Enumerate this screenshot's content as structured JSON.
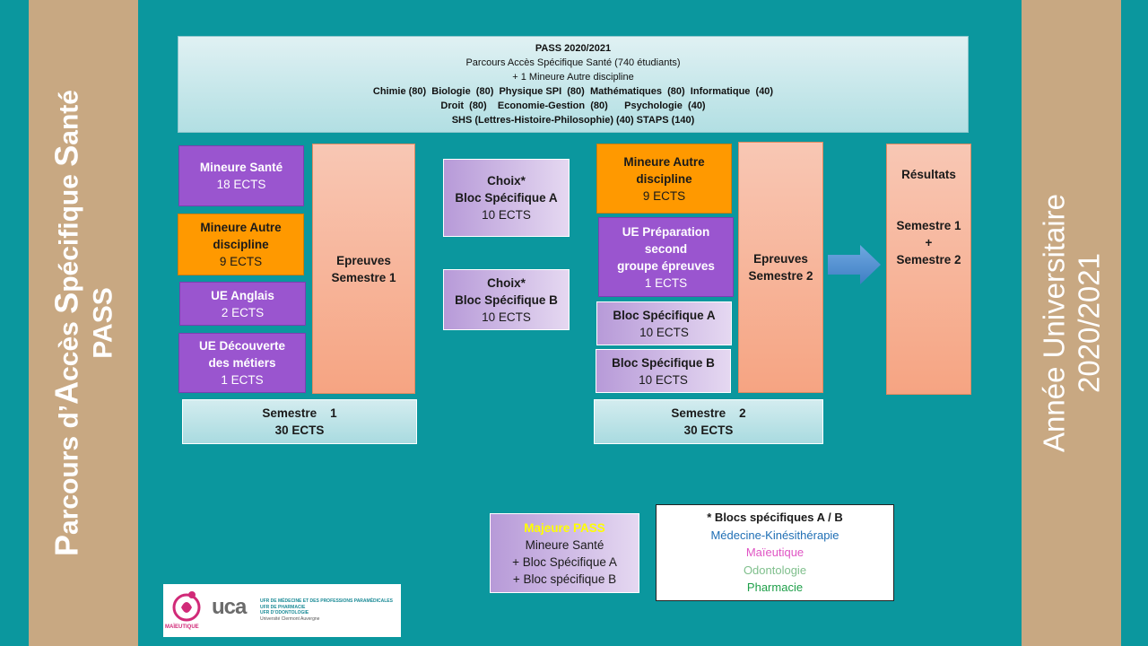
{
  "left_banner": {
    "line1_parts": [
      "P",
      "arcours d’",
      "A",
      "ccès ",
      "S",
      "pécifique ",
      "S",
      "anté"
    ],
    "line2": "PASS"
  },
  "right_banner": {
    "line1": "Année Universitaire",
    "line2": "2020/2021"
  },
  "header": {
    "title": "PASS 2020/2021",
    "line2": "Parcours Accès Spécifique Santé (740 étudiants)",
    "line3": "+ 1 Mineure Autre discipline",
    "line4": "Chimie (80)  Biologie  (80)  Physique SPI  (80)  Mathématiques  (80)  Informatique  (40)",
    "line5": "Droit  (80)    Economie-Gestion  (80)      Psychologie  (40)",
    "line6": "SHS (Lettres-Histoire-Philosophie) (40) STAPS (140)"
  },
  "semester1": {
    "mineure_sante": {
      "title": "Mineure Santé",
      "ects": "18 ECTS"
    },
    "mineure_autre": {
      "title1": "Mineure Autre",
      "title2": "discipline",
      "ects": "9 ECTS"
    },
    "ue_anglais": {
      "title": "UE Anglais",
      "ects": "2 ECTS"
    },
    "ue_decouverte": {
      "title1": "UE Découverte",
      "title2": "des métiers",
      "ects": "1 ECTS"
    },
    "epreuves": {
      "line1": "Epreuves",
      "line2": "Semestre 1"
    },
    "footer": {
      "line1": "Semestre    1",
      "line2": "30 ECTS"
    }
  },
  "choix": {
    "a": {
      "line1": "Choix*",
      "line2": "Bloc Spécifique A",
      "ects": "10 ECTS"
    },
    "b": {
      "line1": "Choix*",
      "line2": "Bloc Spécifique B",
      "ects": "10 ECTS"
    }
  },
  "semester2": {
    "mineure_autre": {
      "title1": "Mineure Autre",
      "title2": "discipline",
      "ects": "9 ECTS"
    },
    "ue_preparation": {
      "title1": "UE Préparation",
      "title2": "second",
      "title3": "groupe épreuves",
      "ects": "1 ECTS"
    },
    "bloc_a": {
      "title": "Bloc Spécifique A",
      "ects": "10 ECTS"
    },
    "bloc_b": {
      "title": "Bloc Spécifique B",
      "ects": "10 ECTS"
    },
    "epreuves": {
      "line1": "Epreuves",
      "line2": "Semestre 2"
    },
    "footer": {
      "line1": "Semestre    2",
      "line2": "30 ECTS"
    }
  },
  "resultats": {
    "title": "Résultats",
    "line1": "Semestre 1",
    "line2": "+",
    "line3": "Semestre 2"
  },
  "majeure": {
    "title": "Majeure PASS",
    "line1": "Mineure Santé",
    "line2": "+ Bloc Spécifique A",
    "line3": "+ Bloc spécifique B"
  },
  "legend": {
    "title": "* Blocs spécifiques A / B",
    "items": [
      {
        "label": "Médecine-Kinésithérapie",
        "color": "#1f6fb5"
      },
      {
        "label": "Maïeutique",
        "color": "#e055c4"
      },
      {
        "label": "Odontologie",
        "color": "#7fbf8c"
      },
      {
        "label": "Pharmacie",
        "color": "#1fa04a"
      }
    ]
  },
  "logo": {
    "maieutique": "MAÏEUTIQUE",
    "uca": "uca",
    "lines": [
      "UFR DE MÉDECINE ET DES PROFESSIONS PARAMÉDICALES",
      "UFR DE PHARMACIE",
      "UFR D’ODONTOLOGIE",
      "Université Clermont Auvergne"
    ]
  },
  "colors": {
    "background": "#0b979e",
    "banner": "#c8a882",
    "purple": "#9a55cf",
    "orange": "#ff9900",
    "majeure_title": "#ffff00"
  }
}
